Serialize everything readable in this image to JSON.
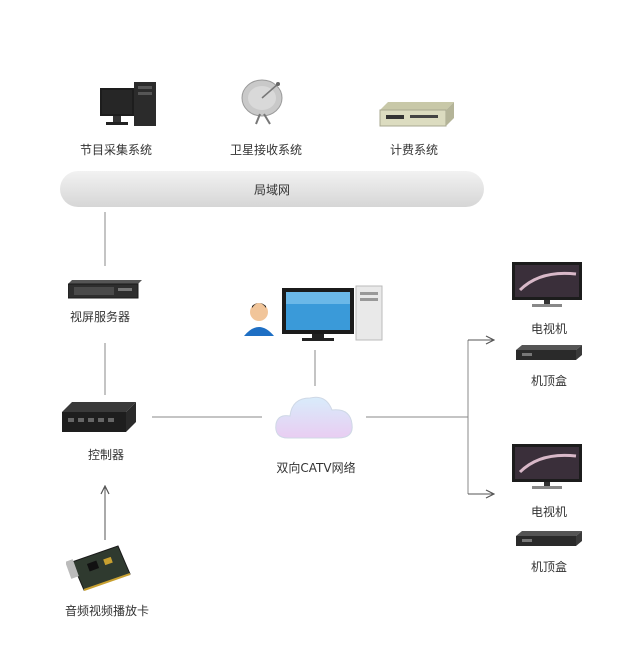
{
  "nodes": {
    "program_capture": "节目采集系统",
    "satellite_receive": "卫星接收系统",
    "billing": "计费系统",
    "lan": "局域网",
    "video_server": "视屏服务器",
    "controller": "控制器",
    "av_card": "音频视频播放卡",
    "catv_network": "双向CATV网络",
    "tv_1": "电视机",
    "stb_1": "机顶盒",
    "tv_2": "电视机",
    "stb_2": "机顶盒"
  },
  "icons": {
    "program_capture": "desktop-computer-icon",
    "satellite_receive": "satellite-dish-icon",
    "billing": "billing-device-icon",
    "video_server": "rack-server-icon",
    "controller": "controller-device-icon",
    "av_card": "av-card-icon",
    "operator": "user-workstation-icon",
    "catv_network": "cloud-icon",
    "tv": "tv-icon",
    "stb": "set-top-box-icon"
  }
}
